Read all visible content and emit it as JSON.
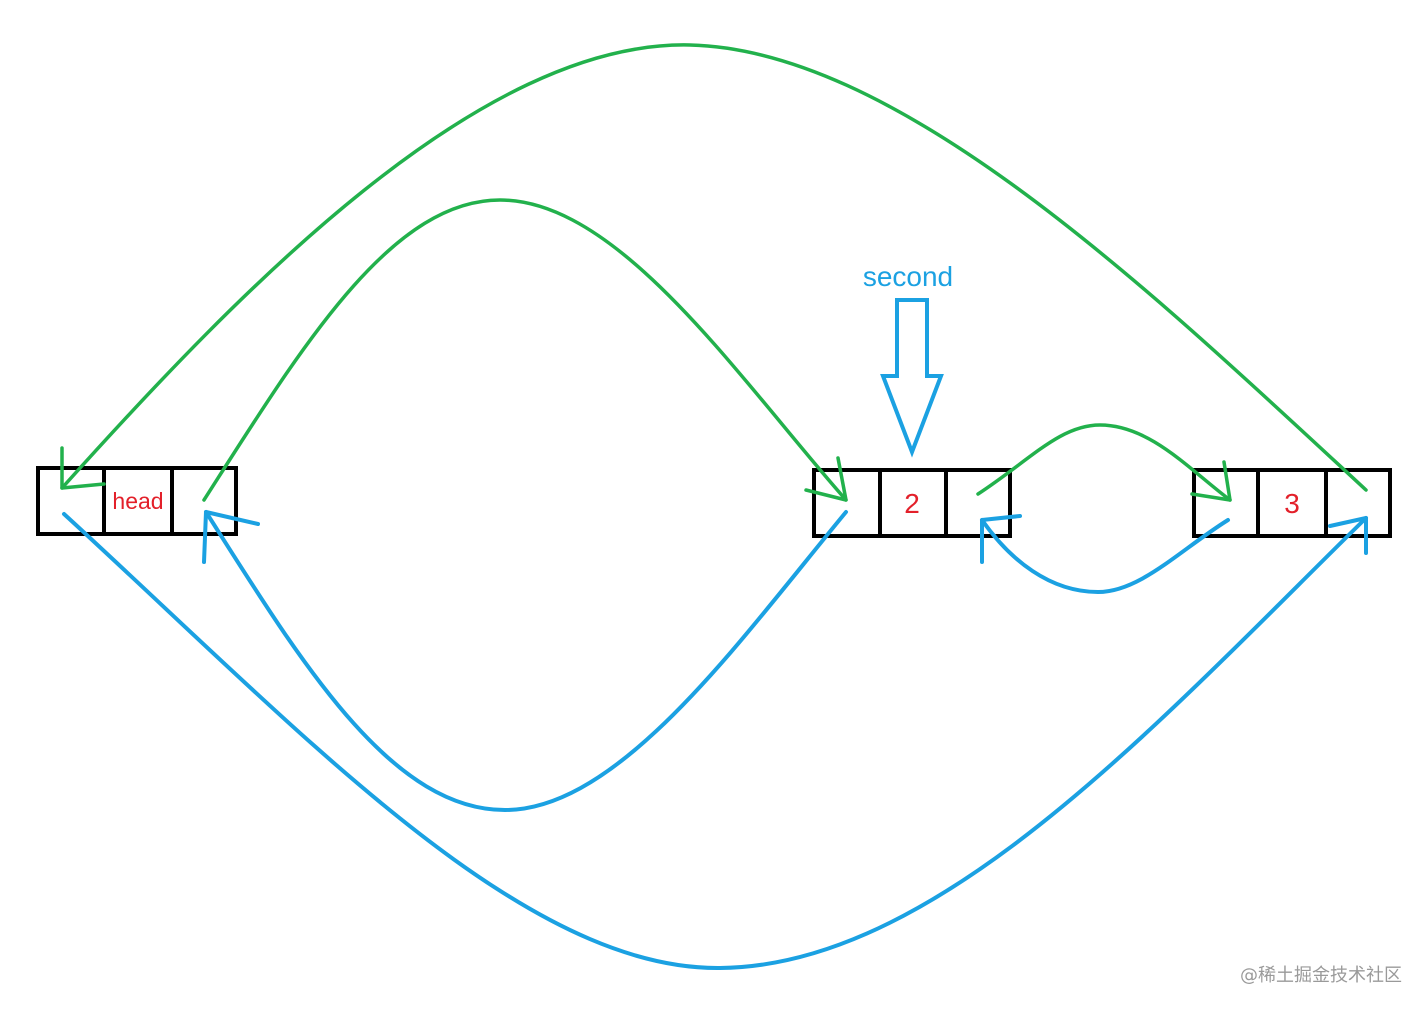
{
  "nodes": [
    {
      "id": "head-node",
      "value": "head"
    },
    {
      "id": "node-2",
      "value": "2"
    },
    {
      "id": "node-3",
      "value": "3"
    }
  ],
  "pointer_label": "second",
  "watermark": "@稀土掘金技术社区",
  "colors": {
    "next_arrow": "#22b14c",
    "prev_arrow": "#1ba1e2",
    "node_text": "#e3202a",
    "pointer": "#1ba1e2"
  }
}
